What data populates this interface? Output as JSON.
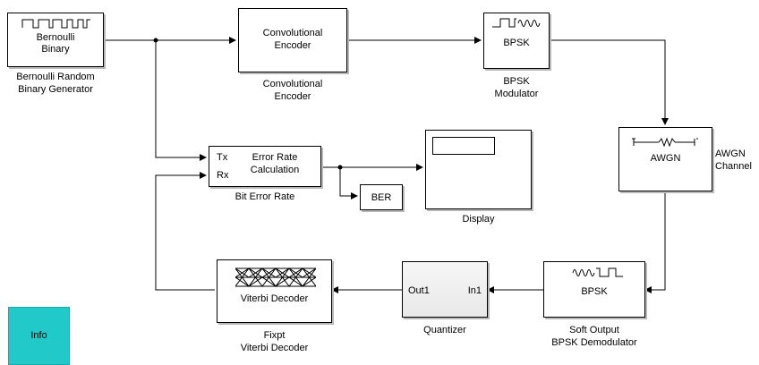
{
  "blocks": {
    "bernoulli": {
      "label_lines": [
        "Bernoulli",
        "Binary"
      ],
      "caption_lines": [
        "Bernoulli Random",
        "Binary Generator"
      ]
    },
    "conv_encoder": {
      "label_lines": [
        "Convolutional",
        "Encoder"
      ],
      "caption_lines": [
        "Convolutional",
        "Encoder"
      ]
    },
    "bpsk_mod": {
      "label": "BPSK",
      "caption_lines": [
        "BPSK",
        "Modulator"
      ]
    },
    "awgn": {
      "label": "AWGN",
      "caption_lines": [
        "AWGN",
        "Channel"
      ]
    },
    "error_rate": {
      "label_lines": [
        "Error Rate",
        "Calculation"
      ],
      "port_tx": "Tx",
      "port_rx": "Rx",
      "caption": "Bit Error Rate"
    },
    "ber": {
      "label": "BER"
    },
    "display": {
      "caption": "Display"
    },
    "bpsk_demod": {
      "label": "BPSK",
      "caption_lines": [
        "Soft Output",
        "BPSK Demodulator"
      ]
    },
    "quantizer": {
      "port_out": "Out1",
      "port_in": "In1",
      "caption": "Quantizer"
    },
    "viterbi": {
      "label": "Viterbi Decoder",
      "caption_lines": [
        "Fixpt",
        "Viterbi Decoder"
      ]
    },
    "info": {
      "label": "Info"
    }
  },
  "colors": {
    "info_block": "#22c9c9",
    "line": "#000000"
  },
  "icons": [
    "pulse-train-icon",
    "bpsk-waveform-icon",
    "awgn-noise-icon",
    "trellis-icon",
    "arrow-icon"
  ]
}
